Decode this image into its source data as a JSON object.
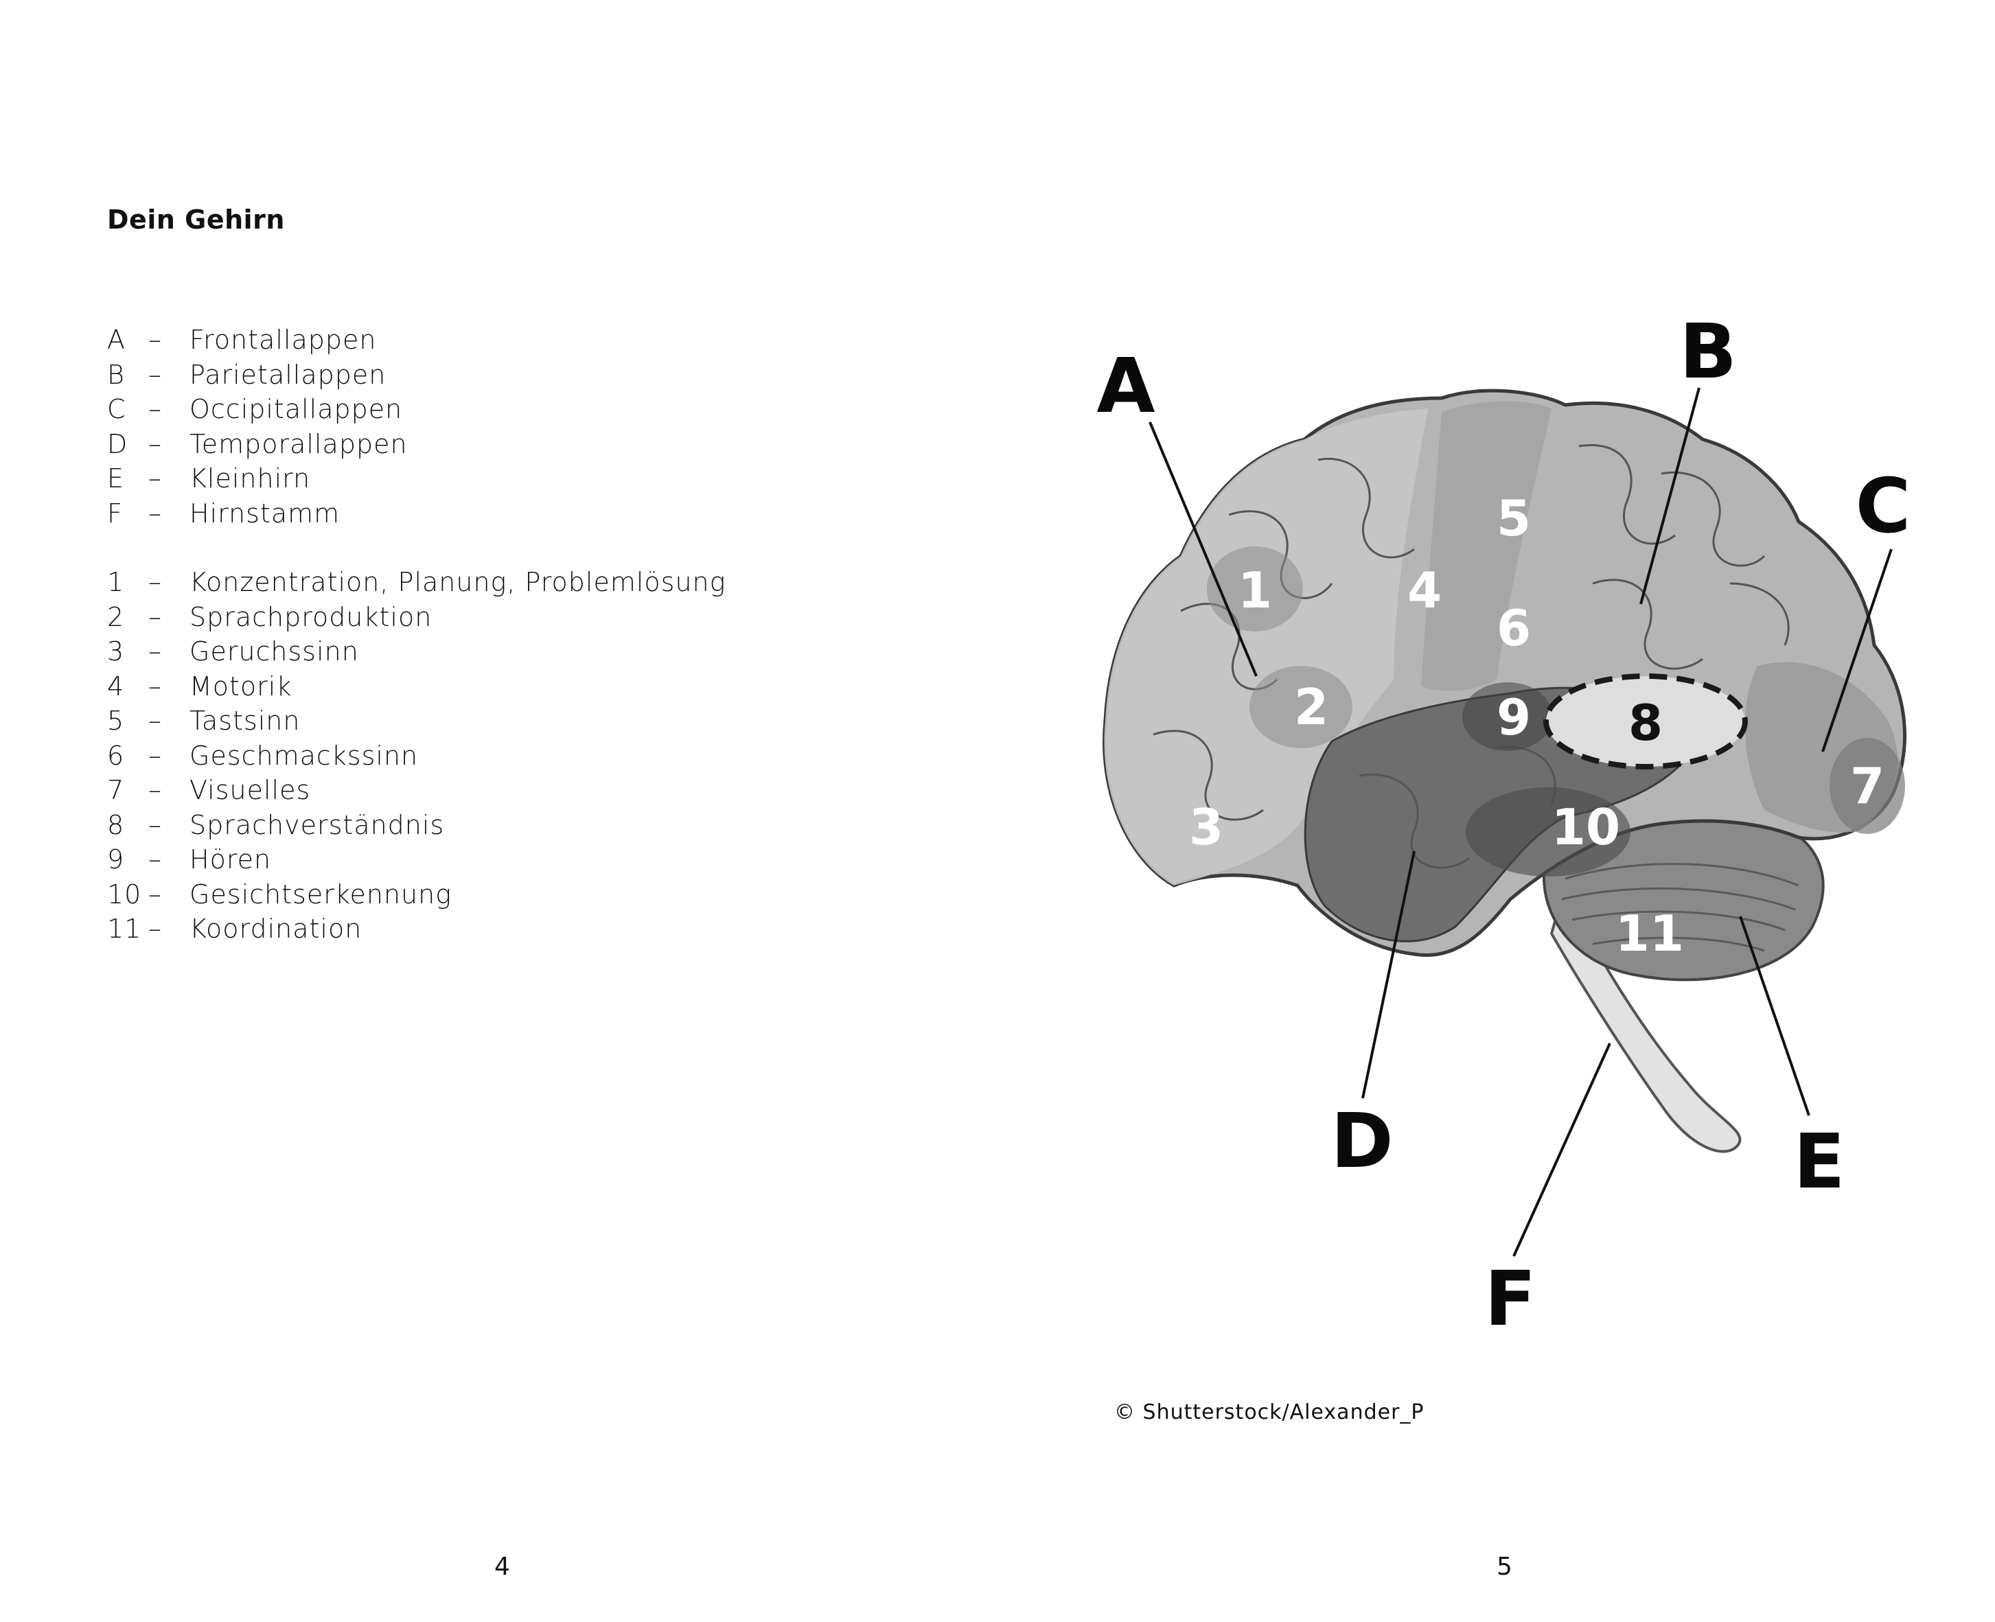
{
  "title": "Dein Gehirn",
  "lobes": [
    {
      "key": "A",
      "dash": "–",
      "name": "Frontallappen"
    },
    {
      "key": "B",
      "dash": "–",
      "name": "Parietallappen"
    },
    {
      "key": "C",
      "dash": "–",
      "name": "Occipitallappen"
    },
    {
      "key": "D",
      "dash": "–",
      "name": "Temporallappen"
    },
    {
      "key": "E",
      "dash": "–",
      "name": "Kleinhirn"
    },
    {
      "key": "F",
      "dash": "–",
      "name": "Hirnstamm"
    }
  ],
  "functions": [
    {
      "key": "1",
      "dash": "–",
      "name": "Konzentration, Planung, Problemlösung"
    },
    {
      "key": "2",
      "dash": "–",
      "name": "Sprachproduktion"
    },
    {
      "key": "3",
      "dash": "–",
      "name": "Geruchssinn"
    },
    {
      "key": "4",
      "dash": "–",
      "name": "Motorik"
    },
    {
      "key": "5",
      "dash": "–",
      "name": "Tastsinn"
    },
    {
      "key": "6",
      "dash": "–",
      "name": "Geschmackssinn"
    },
    {
      "key": "7",
      "dash": "–",
      "name": "Visuelles"
    },
    {
      "key": "8",
      "dash": "–",
      "name": "Sprachverständnis"
    },
    {
      "key": "9",
      "dash": "–",
      "name": "Hören"
    },
    {
      "key": "10",
      "dash": "–",
      "name": "Gesichtserkennung"
    },
    {
      "key": "11",
      "dash": "–",
      "name": "Koordination"
    }
  ],
  "diagram": {
    "letters": {
      "a": "A",
      "b": "B",
      "c": "C",
      "d": "D",
      "e": "E",
      "f": "F"
    },
    "numbers": {
      "n1": "1",
      "n2": "2",
      "n3": "3",
      "n4": "4",
      "n5": "5",
      "n6": "6",
      "n7": "7",
      "n8": "8",
      "n9": "9",
      "n10": "10",
      "n11": "11"
    }
  },
  "credit": "© Shutterstock/Alexander_P",
  "page_numbers": {
    "left": "4",
    "right": "5"
  }
}
